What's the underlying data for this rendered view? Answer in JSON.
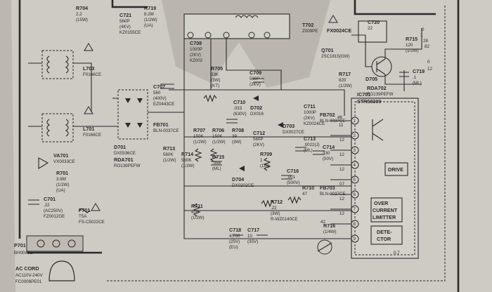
{
  "ic": {
    "ref": "IC701",
    "part": "STR58309",
    "pins": [
      "1",
      "2",
      "3",
      "4",
      "5",
      "6",
      "7",
      "8",
      "9"
    ]
  },
  "blocks": {
    "drive": "DRIVE",
    "ocl": [
      "OVER",
      "CURRENT",
      "LIMITTER"
    ],
    "detector": [
      "DETE-",
      "CTOR"
    ]
  },
  "components": [
    {
      "id": "r704",
      "lines": [
        "R704",
        "2.2",
        "(15W)"
      ]
    },
    {
      "id": "c721",
      "lines": [
        "C721",
        "560P",
        "(4KV)",
        "KZ0155CE"
      ]
    },
    {
      "id": "r719",
      "lines": [
        "R719",
        "8.2M",
        "(1/2W)",
        "(UA)"
      ]
    },
    {
      "id": "t702",
      "lines": [
        "T702",
        "Z009PE"
      ]
    },
    {
      "id": "fx",
      "lines": [
        "FX0024CE"
      ]
    },
    {
      "id": "c720",
      "lines": [
        "C720",
        "22"
      ]
    },
    {
      "id": "r715",
      "lines": [
        "R715",
        "120",
        "(1/2W)"
      ]
    },
    {
      "id": "q701",
      "lines": [
        "Q701",
        "2SC1815(GW)"
      ]
    },
    {
      "id": "r717",
      "lines": [
        "R717",
        "820",
        "(1/2W)"
      ]
    },
    {
      "id": "c719",
      "lines": [
        "C719",
        ".1",
        "(ML)"
      ]
    },
    {
      "id": "d705",
      "lines": [
        "D705"
      ]
    },
    {
      "id": "l703",
      "lines": [
        "L703",
        "F0166CE"
      ]
    },
    {
      "id": "l701",
      "lines": [
        "L701",
        "F0166CE"
      ]
    },
    {
      "id": "c708",
      "lines": [
        "C708",
        "1000P",
        "(2KV)",
        "KZ002"
      ]
    },
    {
      "id": "r705",
      "lines": [
        "R705",
        "33K",
        "(3W)",
        "(KT)"
      ]
    },
    {
      "id": "c709",
      "lines": [
        "C709",
        "560P",
        "(2KV)"
      ]
    },
    {
      "id": "c707",
      "lines": [
        "C707",
        "560",
        "(400V)",
        "EZ0443CE"
      ]
    },
    {
      "id": "c710",
      "lines": [
        "C710",
        ".033",
        "(630V)"
      ]
    },
    {
      "id": "d702",
      "lines": [
        "D702",
        "DX016"
      ]
    },
    {
      "id": "c711",
      "lines": [
        "C711",
        "1000P",
        "(2KV)",
        "KZ0024CE"
      ]
    },
    {
      "id": "fb702",
      "lines": [
        "FB702",
        "BLN-0037CE"
      ]
    },
    {
      "id": "rda702",
      "lines": [
        "RDA702",
        "RO139PEFW"
      ]
    },
    {
      "id": "d701",
      "lines": [
        "D701",
        "DX0336CE"
      ]
    },
    {
      "id": "rda701",
      "lines": [
        "RDA701",
        "RO139PEFW"
      ]
    },
    {
      "id": "fb701",
      "lines": [
        "FB701",
        "BLN-0037CE"
      ]
    },
    {
      "id": "r707",
      "lines": [
        "R707",
        "150K",
        "(1/2W)"
      ]
    },
    {
      "id": "r706",
      "lines": [
        "R706",
        "150K",
        "(1/2W)"
      ]
    },
    {
      "id": "r708",
      "lines": [
        "R708",
        "39",
        "(3W)"
      ]
    },
    {
      "id": "c712",
      "lines": [
        "C712",
        "560P",
        "(2KV)"
      ]
    },
    {
      "id": "d703",
      "lines": [
        "D703",
        "DX0027CE"
      ]
    },
    {
      "id": "c713",
      "lines": [
        "C713",
        ".0022(J)",
        "(ML)"
      ]
    },
    {
      "id": "c714",
      "lines": [
        "C714",
        "330",
        "(50V)"
      ]
    },
    {
      "id": "r713",
      "lines": [
        "R713",
        "560K",
        "(1/2W)"
      ]
    },
    {
      "id": "r714",
      "lines": [
        "R714",
        "560K",
        "(1/2W)"
      ]
    },
    {
      "id": "c715",
      "lines": [
        "C715",
        ".056",
        "(ML)"
      ]
    },
    {
      "id": "r709",
      "lines": [
        "R709",
        "1",
        "(1W)"
      ]
    },
    {
      "id": "d704",
      "lines": [
        "D704",
        "DX0202CE"
      ]
    },
    {
      "id": "c716",
      "lines": [
        "C716",
        ".001",
        "(500V)"
      ]
    },
    {
      "id": "r710",
      "lines": [
        "R710",
        "47"
      ]
    },
    {
      "id": "fb703",
      "lines": [
        "FB703",
        "BLN-0037CE"
      ]
    },
    {
      "id": "va701",
      "lines": [
        "VA701",
        "VX0033CE"
      ]
    },
    {
      "id": "r701",
      "lines": [
        "R701",
        "3.9M",
        "(1/2W)",
        "(UA)"
      ]
    },
    {
      "id": "c701",
      "lines": [
        "C701",
        ".22",
        "(AC250V)",
        "FZ0012GE"
      ]
    },
    {
      "id": "f701",
      "lines": [
        "F701",
        "T5A",
        "FS-C5022CE"
      ]
    },
    {
      "id": "r711",
      "lines": [
        "R711",
        "470",
        "(1/2W)"
      ]
    },
    {
      "id": "r712",
      "lines": [
        "R712",
        ".22",
        "(3W)",
        "R-WZ0140CE"
      ]
    },
    {
      "id": "c718",
      "lines": [
        "C718",
        "4,700",
        "(25V)",
        "(EU)"
      ]
    },
    {
      "id": "c717",
      "lines": [
        "C717",
        "10",
        "(35V)"
      ]
    },
    {
      "id": "r716",
      "lines": [
        "R716",
        "(1/4W)"
      ]
    }
  ],
  "connector": {
    "lines": [
      "P701",
      "BH0046E"
    ]
  },
  "ac": {
    "lines": [
      "AC CORD",
      "AC110V-240V",
      "FC0006PE01"
    ]
  },
  "pin_labels": [
    "46",
    "11",
    "12",
    "12",
    "12",
    "07",
    "12",
    "12",
    "42",
    "0",
    "1",
    "28",
    "82",
    "0",
    "12",
    "0.7"
  ]
}
